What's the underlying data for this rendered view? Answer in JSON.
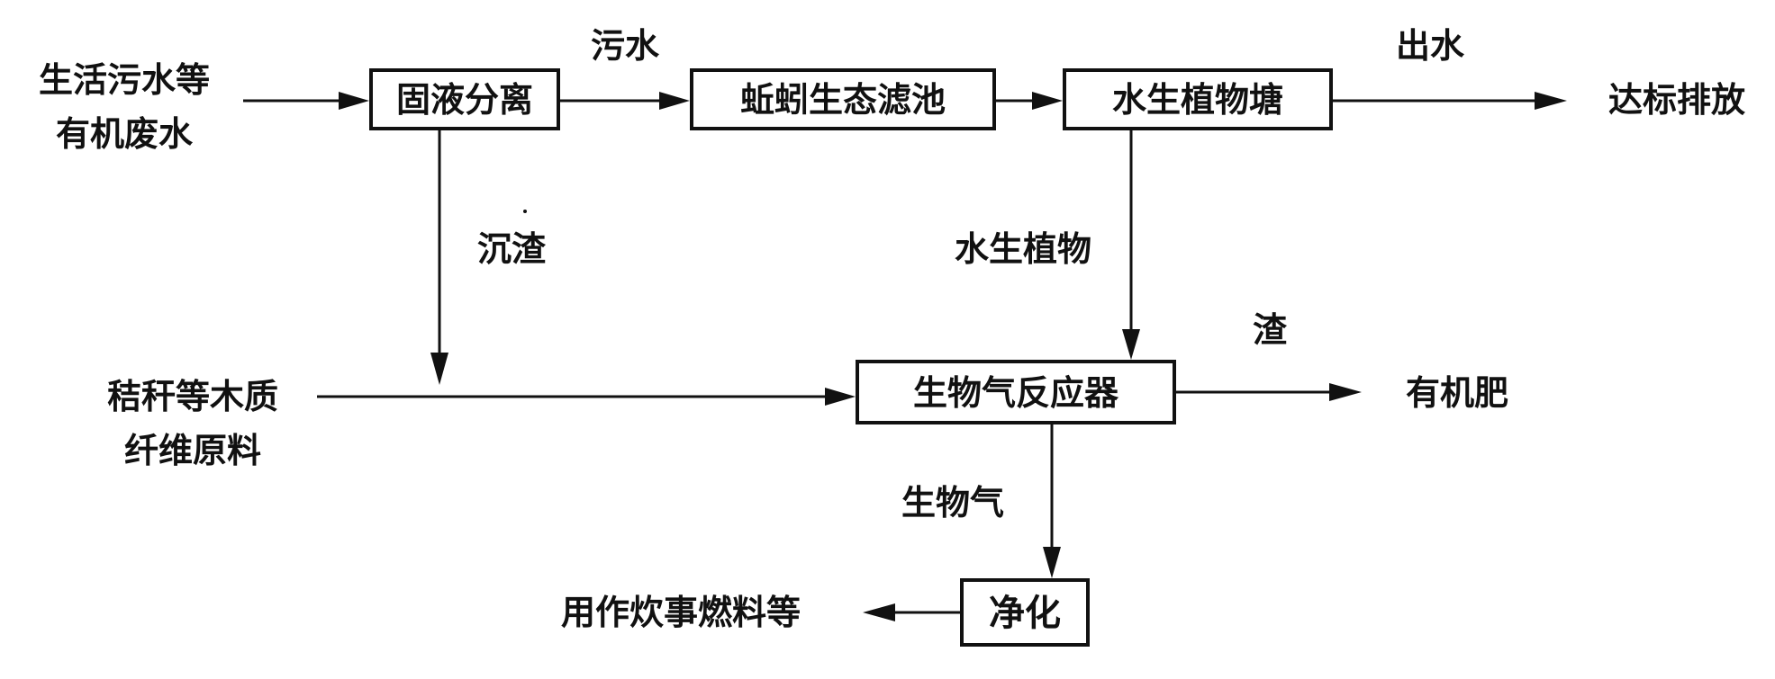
{
  "nodes": {
    "source_line1": "生活污水等",
    "source_line2": "有机废水",
    "separation": "固液分离",
    "vermifilter": "蚯蚓生态滤池",
    "pond": "水生植物塘",
    "discharge": "达标排放",
    "straw_line1": "秸秆等木质",
    "straw_line2": "纤维原料",
    "reactor": "生物气反应器",
    "fertilizer": "有机肥",
    "purify": "净化",
    "usage": "用作炊事燃料等"
  },
  "edge_labels": {
    "sewage": "污水",
    "effluent": "出水",
    "sludge": "沉渣",
    "aquatic_plants": "水生植物",
    "residue": "渣",
    "biogas": "生物气"
  }
}
